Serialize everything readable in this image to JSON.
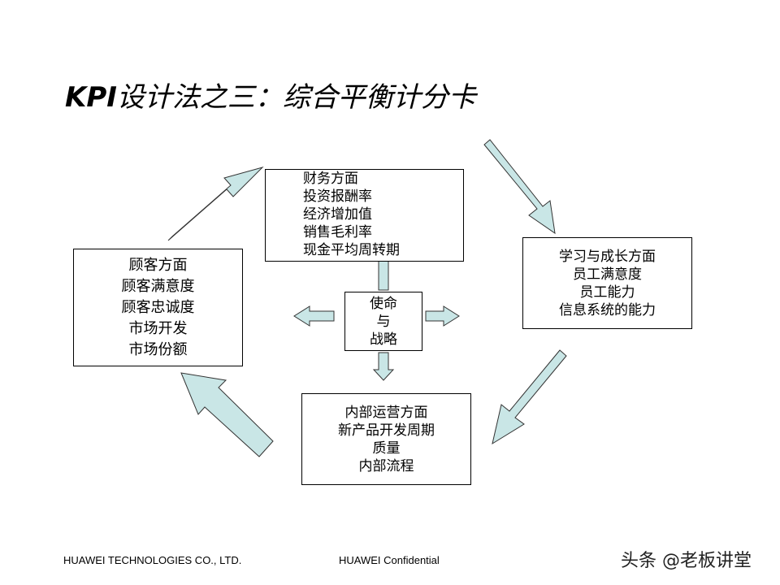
{
  "title": {
    "prefix": "KPI",
    "text": "设计法之三：综合平衡计分卡"
  },
  "boxes": {
    "finance": {
      "lines": [
        "财务方面",
        "投资报酬率",
        "经济增加值",
        "销售毛利率",
        "现金平均周转期"
      ]
    },
    "customer": {
      "lines": [
        "顾客方面",
        "顾客满意度",
        "顾客忠诚度",
        "市场开发",
        "市场份额"
      ]
    },
    "learning": {
      "lines": [
        "学习与成长方面",
        "员工满意度",
        "员工能力",
        "信息系统的能力"
      ]
    },
    "mission": {
      "lines": [
        "使命",
        "与",
        "战略"
      ]
    },
    "internal": {
      "lines": [
        "内部运营方面",
        "新产品开发周期",
        "质量",
        "内部流程"
      ]
    }
  },
  "colors": {
    "arrow_fill": "#c9e6e6",
    "arrow_stroke": "#333333"
  },
  "footer": {
    "company": "HUAWEI TECHNOLOGIES CO., LTD.",
    "confidential": "HUAWEI Confidential"
  },
  "watermark": "头条 @老板讲堂"
}
